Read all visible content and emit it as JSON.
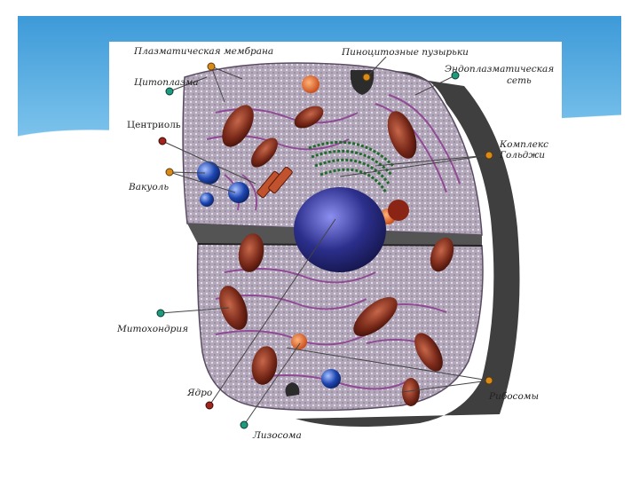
{
  "colors": {
    "header_top": "#3d9ad8",
    "header_bottom": "#7cc3ec",
    "cytoplasm": "#a99cb0",
    "membrane_shadow": "#3f3f3f",
    "mitochondria": "#7a2a1a",
    "nucleus": "#2c2f8c",
    "vacuole": "#1d45b0",
    "golgi": "#1f6b2a",
    "er": "#8a3a8e",
    "pin_gold": "#d98b1a",
    "pin_teal": "#1f9a7f",
    "pin_red": "#a0261d"
  },
  "labels": {
    "plasma_membrane": "Плазматическая мембрана",
    "pinocytic_vesicles": "Пиноцитозные пузырьки",
    "er_line1": "Эндоплазматическая",
    "er_line2": "сеть",
    "cytoplasm": "Цитоплазма",
    "centriole": "Центриоль",
    "golgi_line1": "Комплекс",
    "golgi_line2": "Гольджи",
    "vacuole": "Вакуоль",
    "mitochondria": "Митохондрия",
    "nucleus": "Ядро",
    "ribosomes": "Рибосомы",
    "lysosome": "Лизосома"
  }
}
